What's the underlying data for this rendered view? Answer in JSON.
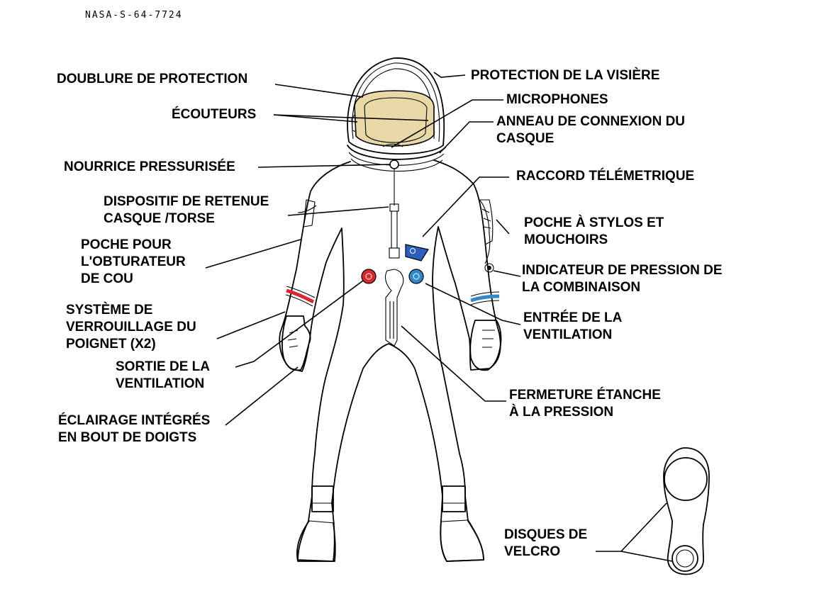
{
  "document_code": "NASA-S-64-7724",
  "colors": {
    "visor_tint": "#e8d9a6",
    "wrist_ring_left": "#d9272e",
    "wrist_ring_right": "#2f88c9",
    "vent_outlet": "#d9272e",
    "vent_inlet": "#2f88c9",
    "telemetry_connector": "#2a5fbf"
  },
  "labels": {
    "doublure": [
      "DOUBLURE DE PROTECTION"
    ],
    "ecouteurs": [
      "ÉCOUTEURS"
    ],
    "nourrice": [
      "NOURRICE PRESSURISÉE"
    ],
    "retenue": [
      "DISPOSITIF DE RETENUE",
      "CASQUE /TORSE"
    ],
    "obturateur": [
      "POCHE POUR",
      "L'OBTURATEUR",
      "DE COU"
    ],
    "verrouillage": [
      "SYSTÈME DE",
      "VERROUILLAGE DU",
      "POIGNET (X2)"
    ],
    "sortie": [
      "SORTIE DE LA",
      "VENTILATION"
    ],
    "eclairage": [
      "ÉCLAIRAGE INTÉGRÉS",
      "EN BOUT DE DOIGTS"
    ],
    "visiere": [
      "PROTECTION DE LA VISIÈRE"
    ],
    "microphones": [
      "MICROPHONES"
    ],
    "anneau": [
      "ANNEAU DE CONNEXION DU",
      "CASQUE"
    ],
    "telemetrique": [
      "RACCORD TÉLÉMETRIQUE"
    ],
    "poche_stylos": [
      "POCHE À STYLOS ET",
      "MOUCHOIRS"
    ],
    "indicateur": [
      "INDICATEUR DE PRESSION DE",
      "LA COMBINAISON"
    ],
    "entree": [
      "ENTRÉE DE LA",
      "VENTILATION"
    ],
    "fermeture": [
      "FERMETURE ÉTANCHE",
      "À LA PRESSION"
    ],
    "velcro": [
      "DISQUES DE",
      "VELCRO"
    ]
  }
}
